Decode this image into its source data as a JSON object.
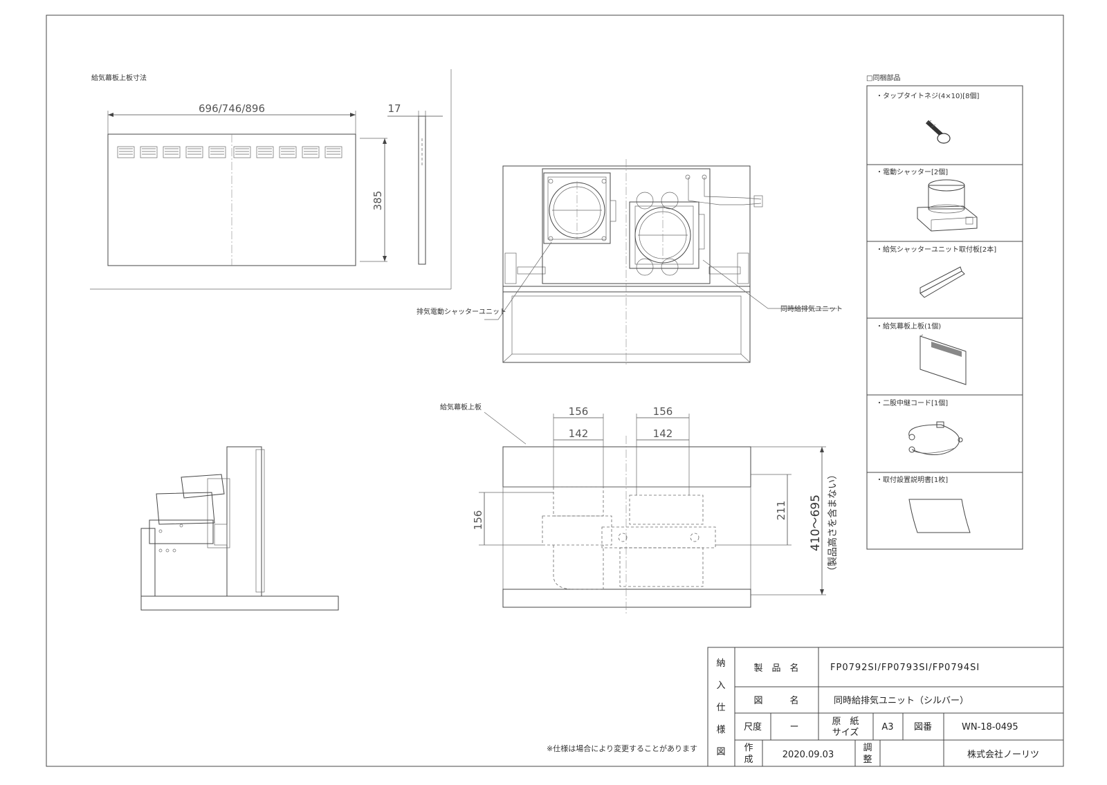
{
  "labels": {
    "top_plate_title": "給気幕板上板寸法",
    "width_dim": "696/746/896",
    "thickness_dim": "17",
    "height_dim": "385",
    "exhaust_shutter_unit": "排気電動シャッターユニット",
    "combined_unit": "同時給排気ユニット",
    "top_plate_label": "給気幕板上板",
    "dim_156_left": "156",
    "dim_142_left": "142",
    "dim_156_right": "156",
    "dim_142_right": "142",
    "dim_156_vertical": "156",
    "dim_211": "211",
    "dim_range": "410～695",
    "dim_range_note": "（製品高さを含まない）",
    "note": "※仕様は場合により変更することがあります"
  },
  "parts": {
    "title": "□同梱部品",
    "items": [
      {
        "label": "・タップタイトネジ(4×10)[8個]",
        "icon": "screw-icon"
      },
      {
        "label": "・電動シャッター[2個]",
        "icon": "shutter-icon"
      },
      {
        "label": "・給気シャッターユニット取付板[2本]",
        "icon": "bracket-icon"
      },
      {
        "label": "・給気幕板上板(1個)",
        "icon": "plate-icon"
      },
      {
        "label": "・二股中継コード[1個]",
        "icon": "cord-icon"
      },
      {
        "label": "・取付設置説明書[1枚]",
        "icon": "manual-icon"
      }
    ]
  },
  "title_block": {
    "side_label": [
      "納",
      "入",
      "仕",
      "様",
      "図"
    ],
    "product_name_label": "製　品　名",
    "product_name": "FP0792SI/FP0793SI/FP0794SI",
    "drawing_name_label": "図　　　名",
    "drawing_name": "同時給排気ユニット（シルバー）",
    "scale_label": "尺度",
    "scale_value": "ー",
    "paper_size_label_1": "原　紙",
    "paper_size_label_2": "サイズ",
    "paper_size_value": "A3",
    "drawing_no_label": "図番",
    "drawing_no": "WN-18-0495",
    "created_label_1": "作",
    "created_label_2": "成",
    "created_date": "2020.09.03",
    "adjust_label_1": "調",
    "adjust_label_2": "整",
    "company": "株式会社ノーリツ"
  }
}
